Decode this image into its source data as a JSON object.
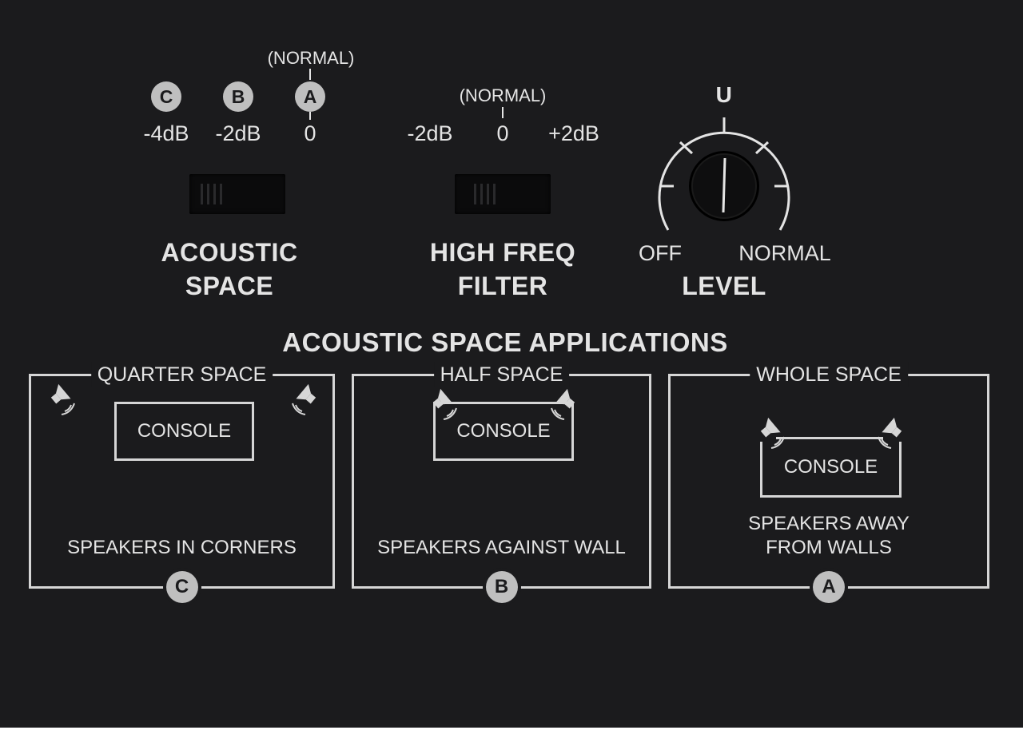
{
  "acoustic_space": {
    "normal_label": "(NORMAL)",
    "positions": [
      {
        "letter": "C",
        "value": "-4dB"
      },
      {
        "letter": "B",
        "value": "-2dB"
      },
      {
        "letter": "A",
        "value": "0"
      }
    ],
    "title_line1": "ACOUSTIC",
    "title_line2": "SPACE"
  },
  "high_freq_filter": {
    "normal_label": "(NORMAL)",
    "values": [
      "-2dB",
      "0",
      "+2dB"
    ],
    "title_line1": "HIGH FREQ",
    "title_line2": "FILTER"
  },
  "level": {
    "top_label": "U",
    "min_label": "OFF",
    "max_label": "NORMAL",
    "title": "LEVEL"
  },
  "applications": {
    "heading": "ACOUSTIC SPACE APPLICATIONS",
    "panels": [
      {
        "title": "QUARTER SPACE",
        "console": "CONSOLE",
        "caption_line1": "SPEAKERS IN CORNERS",
        "caption_line2": "",
        "badge": "C"
      },
      {
        "title": "HALF SPACE",
        "console": "CONSOLE",
        "caption_line1": "SPEAKERS AGAINST WALL",
        "caption_line2": "",
        "badge": "B"
      },
      {
        "title": "WHOLE SPACE",
        "console": "CONSOLE",
        "caption_line1": "SPEAKERS AWAY",
        "caption_line2": "FROM WALLS",
        "badge": "A"
      }
    ]
  },
  "colors": {
    "background": "#1b1b1d",
    "text": "#e4e4e4",
    "badge": "#bfbfbf",
    "lines": "#d6d6d6"
  },
  "icons": [
    "speaker-icon",
    "level-knob-icon"
  ]
}
